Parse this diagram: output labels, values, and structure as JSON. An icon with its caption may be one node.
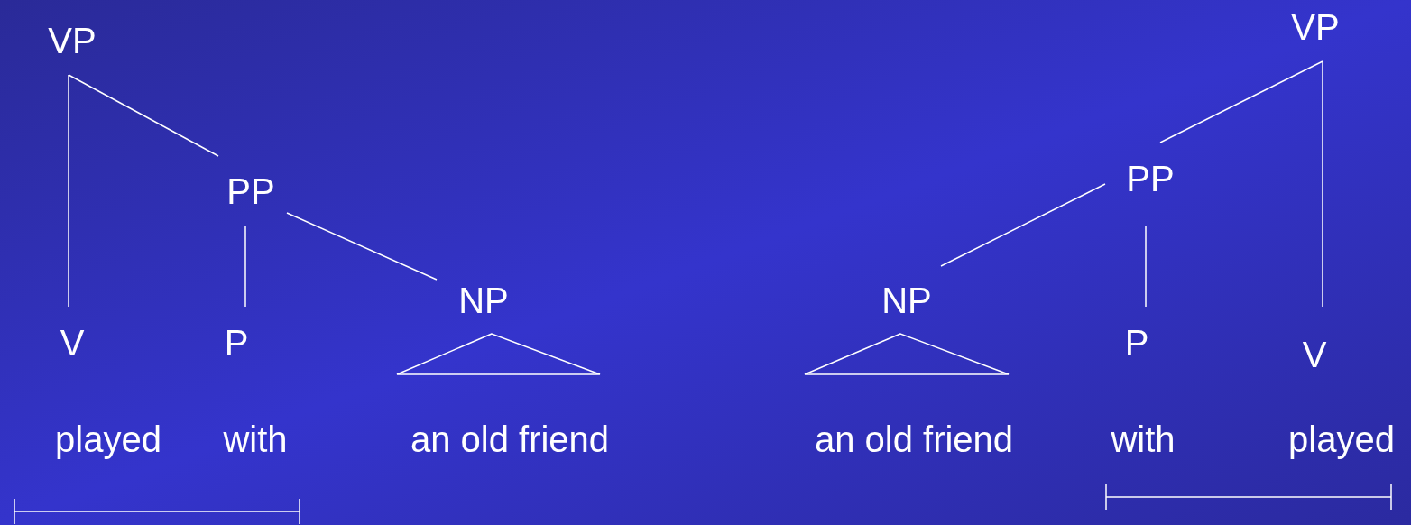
{
  "diagram": {
    "nodes": [
      {
        "text": [
          "VP"
        ]
      },
      {
        "text": [
          "PP"
        ]
      },
      {
        "text": [
          "V"
        ]
      },
      {
        "text": [
          "P"
        ]
      },
      {
        "text": [
          "NP"
        ]
      },
      {
        "text": [
          "VP"
        ]
      },
      {
        "text": [
          "PP"
        ]
      },
      {
        "text": [
          "NP"
        ]
      },
      {
        "text": [
          "P"
        ]
      },
      {
        "text": [
          "V"
        ]
      },
      {
        "text": [],
        "shape": "triangle"
      },
      {
        "text": [],
        "shape": "triangle"
      }
    ],
    "edges": [
      {
        "from": 0,
        "to": 2,
        "arrow": "none"
      },
      {
        "from": 0,
        "to": 1,
        "arrow": "none"
      },
      {
        "from": 1,
        "to": 3,
        "arrow": "none"
      },
      {
        "from": 1,
        "to": 4,
        "arrow": "none"
      },
      {
        "from": 5,
        "to": 6,
        "arrow": "none"
      },
      {
        "from": 5,
        "to": 9,
        "arrow": "none"
      },
      {
        "from": 6,
        "to": 7,
        "arrow": "none"
      },
      {
        "from": 6,
        "to": 8,
        "arrow": "none"
      }
    ],
    "labels": [
      "played",
      "with",
      "an old friend",
      "an old friend",
      "with",
      "played"
    ]
  }
}
